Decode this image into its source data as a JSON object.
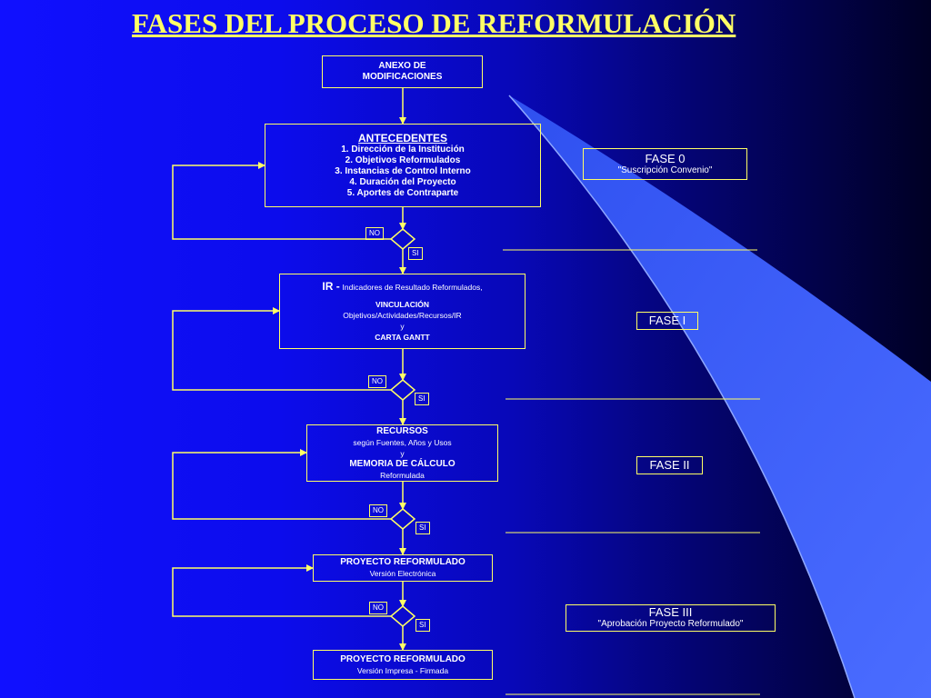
{
  "title": "FASES DEL PROCESO DE REFORMULACIÓN",
  "boxes": {
    "anexo": {
      "line1": "ANEXO DE",
      "line2": "MODIFICACIONES"
    },
    "antecedentes": {
      "heading": "ANTECEDENTES",
      "items": [
        "1. Dirección de la Institución",
        "2. Objetivos Reformulados",
        "3. Instancias de Control Interno",
        "4. Duración del Proyecto",
        "5. Aportes de Contraparte"
      ]
    },
    "ir": {
      "heading": "IR -",
      "heading_desc": "Indicadores de Resultado Reformulados,",
      "vinculacion": "VINCULACIÓN",
      "objetivos": "Objetivos/Actividades/Recursos/IR",
      "y": "y",
      "gantt": "CARTA GANTT"
    },
    "recursos": {
      "heading": "RECURSOS",
      "sub": "según Fuentes, Años y Usos",
      "y": "y",
      "memoria": "MEMORIA DE CÁLCULO",
      "reformulada": "Reformulada"
    },
    "proyecto_electronico": {
      "heading": "PROYECTO REFORMULADO",
      "sub": "Versión Electrónica"
    },
    "proyecto_impreso": {
      "heading": "PROYECTO REFORMULADO",
      "sub": "Versión Impresa - Firmada"
    }
  },
  "decisions": [
    {
      "no": "NO",
      "si": "SI"
    },
    {
      "no": "NO",
      "si": "SI"
    },
    {
      "no": "NO",
      "si": "SI"
    },
    {
      "no": "NO",
      "si": "SI"
    }
  ],
  "phases": {
    "fase0": {
      "label": "FASE 0",
      "sub": "\"Suscripción Convenio\""
    },
    "fase1": {
      "label": "FASE  I"
    },
    "fase2": {
      "label": "FASE  II"
    },
    "fase3": {
      "label": "FASE  III",
      "sub": "\"Aprobación Proyecto Reformulado\""
    }
  },
  "colors": {
    "background_left": "#1010ff",
    "background_right": "#000024",
    "title": "#ffff66",
    "lines": "#ffff66",
    "box_text": "#ffffff",
    "decorative_band": "#3a5cff"
  }
}
